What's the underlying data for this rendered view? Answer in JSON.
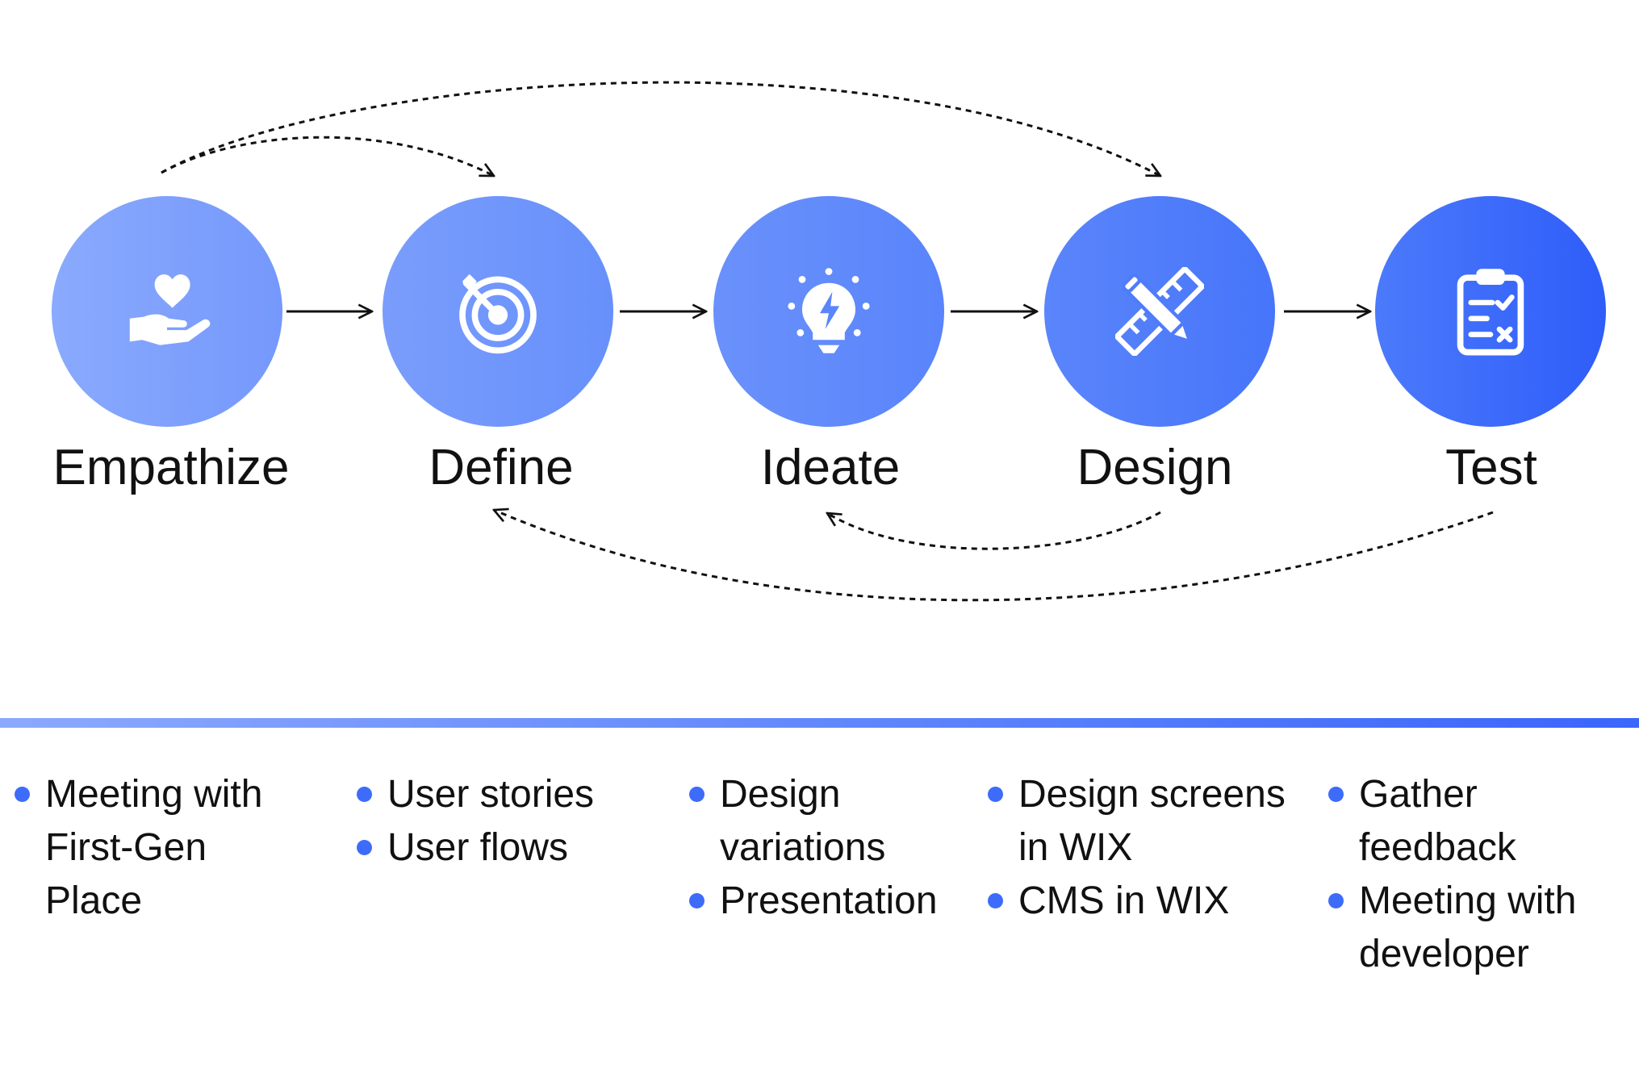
{
  "colors": {
    "accent": "#3D6CFA",
    "circle_empathize": "#7FA2FC",
    "circle_define": "#7196FC",
    "circle_ideate": "#628BFB",
    "circle_design": "#4E7BFB",
    "circle_test": "#3A66FA",
    "divider_start": "#8BA9FC",
    "divider_end": "#3A66FA",
    "arrow": "#111111"
  },
  "stages": [
    {
      "label": "Empathize",
      "icon": "heart-in-hand-icon"
    },
    {
      "label": "Define",
      "icon": "target-icon"
    },
    {
      "label": "Ideate",
      "icon": "lightbulb-icon"
    },
    {
      "label": "Design",
      "icon": "pencil-ruler-icon"
    },
    {
      "label": "Test",
      "icon": "clipboard-checklist-icon"
    }
  ],
  "notes": [
    [
      "Meeting with First-Gen Place"
    ],
    [
      "User stories",
      "User flows"
    ],
    [
      "Design variations",
      "Presentation"
    ],
    [
      "Design screens in WIX",
      "CMS in WIX"
    ],
    [
      "Gather feedback",
      "Meeting with developer"
    ]
  ]
}
